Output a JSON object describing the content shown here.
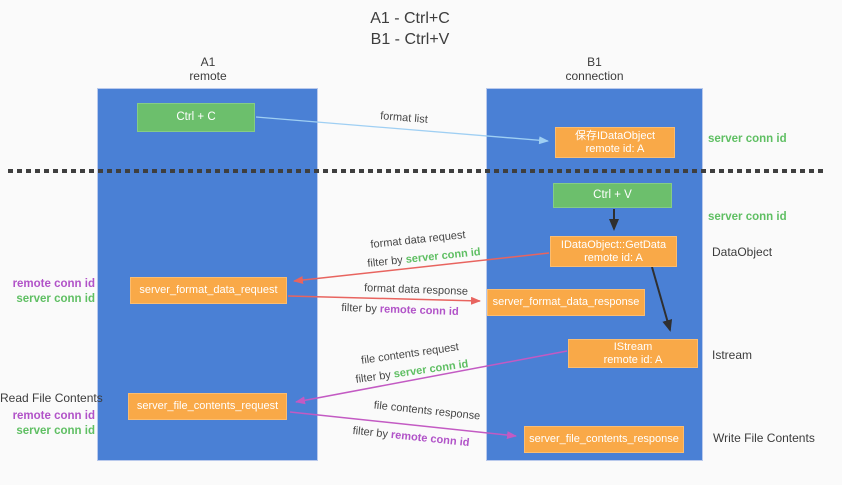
{
  "title": {
    "line1": "A1 - Ctrl+C",
    "line2": "B1 - Ctrl+V"
  },
  "lanes": {
    "left": {
      "title": "A1",
      "subtitle": "remote"
    },
    "right": {
      "title": "B1",
      "subtitle": "connection"
    }
  },
  "nodes": {
    "ctrl_c": "Ctrl + C",
    "ctrl_v": "Ctrl + V",
    "save_idataobject": {
      "line1": "保存IDataObject",
      "line2": "remote id: A"
    },
    "idataobject_getdata": {
      "line1": "IDataObject::GetData",
      "line2": "remote id: A"
    },
    "istream": {
      "line1": "IStream",
      "line2": "remote id: A"
    },
    "server_format_data_request": "server_format_data_request",
    "server_format_data_response": "server_format_data_response",
    "server_file_contents_request": "server_file_contents_request",
    "server_file_contents_response": "server_file_contents_response"
  },
  "arrow_labels": {
    "format_list": "format list",
    "format_data_request": "format data request",
    "format_data_request_filter": {
      "prefix": "filter by ",
      "highlight": "server conn id"
    },
    "format_data_response": "format data response",
    "format_data_response_filter": {
      "prefix": "filter by ",
      "highlight": "remote conn id"
    },
    "file_contents_request": "file contents request",
    "file_contents_request_filter": {
      "prefix": "filter by ",
      "highlight": "server conn id"
    },
    "file_contents_response": "file contents response",
    "file_contents_response_filter": {
      "prefix": "filter by ",
      "highlight": "remote conn id"
    }
  },
  "side_labels": {
    "server_conn_id_top": "server conn id",
    "server_conn_id_mid": "server conn id",
    "dataobject": "DataObject",
    "istream": "Istream",
    "write_file_contents": "Write File Contents",
    "read_file_contents": "Read File Contents",
    "remote_conn_id_format": "remote conn id",
    "server_conn_id_format": "server conn id",
    "remote_conn_id_file": "remote conn id",
    "server_conn_id_file": "server conn id"
  },
  "colors": {
    "background": "#fafafa",
    "lane_blue": "#4a80d5",
    "box_orange": "#f9a948",
    "box_green": "#6cbf6c",
    "arrow_blue": "#9fcff3",
    "arrow_black": "#2f2f2f",
    "arrow_red": "#e8645f",
    "arrow_magenta": "#c35ac3",
    "text_green": "#5fbf63",
    "text_purple": "#b153c8",
    "dotted_line": "#3f3f3f"
  }
}
